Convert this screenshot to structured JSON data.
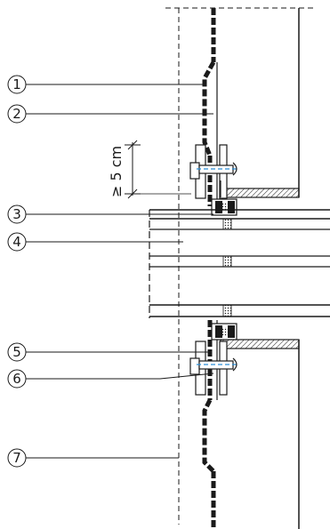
{
  "callouts": [
    {
      "label": "1"
    },
    {
      "label": "2"
    },
    {
      "label": "3"
    },
    {
      "label": "4"
    },
    {
      "label": "5"
    },
    {
      "label": "6"
    },
    {
      "label": "7"
    }
  ],
  "dimension": {
    "text": "≥ 5 cm"
  },
  "colors": {
    "line": "#1a1a1a",
    "accent": "#2a8dd6"
  }
}
